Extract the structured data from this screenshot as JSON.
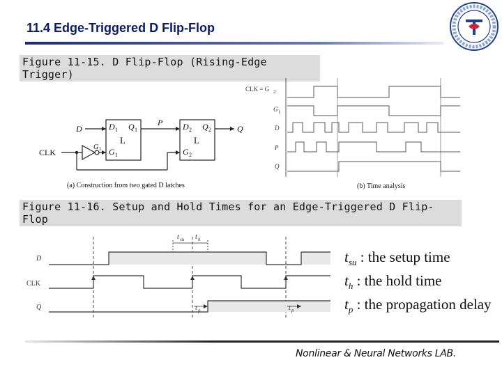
{
  "slide": {
    "title": "11.4 Edge-Triggered D Flip-Flop",
    "figure1_caption": "Figure 11-15. D Flip-Flop (Rising-Edge Trigger)",
    "figure2_caption": "Figure 11-16. Setup and Hold Times for an Edge-Triggered D Flip-Flop",
    "footer": "Nonlinear & Neural Networks LAB."
  },
  "logo": {
    "text": "WONKWANG UNIVERSITY",
    "colors": {
      "ring": "#1c3f94",
      "red": "#cc2233"
    }
  },
  "circuit": {
    "caption": "(a) Construction from two gated D latches",
    "input_d": "D",
    "input_clk": "CLK",
    "output_p": "P",
    "output_q": "Q",
    "latch1": {
      "d_pin": "D",
      "d_sub": "1",
      "q_pin": "Q",
      "q_sub": "1",
      "g_pin": "G",
      "g_sub": "1",
      "name": "L"
    },
    "latch2": {
      "d_pin": "D",
      "d_sub": "2",
      "q_pin": "Q",
      "q_sub": "2",
      "g_pin": "G",
      "g_sub": "2",
      "name": "L"
    },
    "g1_label": "G",
    "g1_sub": "1"
  },
  "timing_a": {
    "caption": "(b) Time analysis",
    "signals": [
      "CLK = G",
      "G",
      "D",
      "P",
      "Q"
    ],
    "signal_subs": [
      "2",
      "1",
      "",
      "",
      ""
    ]
  },
  "timing_b": {
    "signals": [
      "D",
      "CLK",
      "Q"
    ],
    "tsu": "t",
    "tsu_sub": "su",
    "th": "t",
    "th_sub": "h",
    "tp": "t",
    "tp_sub": "p"
  },
  "definitions": [
    {
      "sym": "t",
      "sub": "su",
      "text": " : the setup time"
    },
    {
      "sym": "t",
      "sub": "h",
      "text": " : the hold time"
    },
    {
      "sym": "t",
      "sub": "p",
      "text": " : the propagation delay"
    }
  ]
}
